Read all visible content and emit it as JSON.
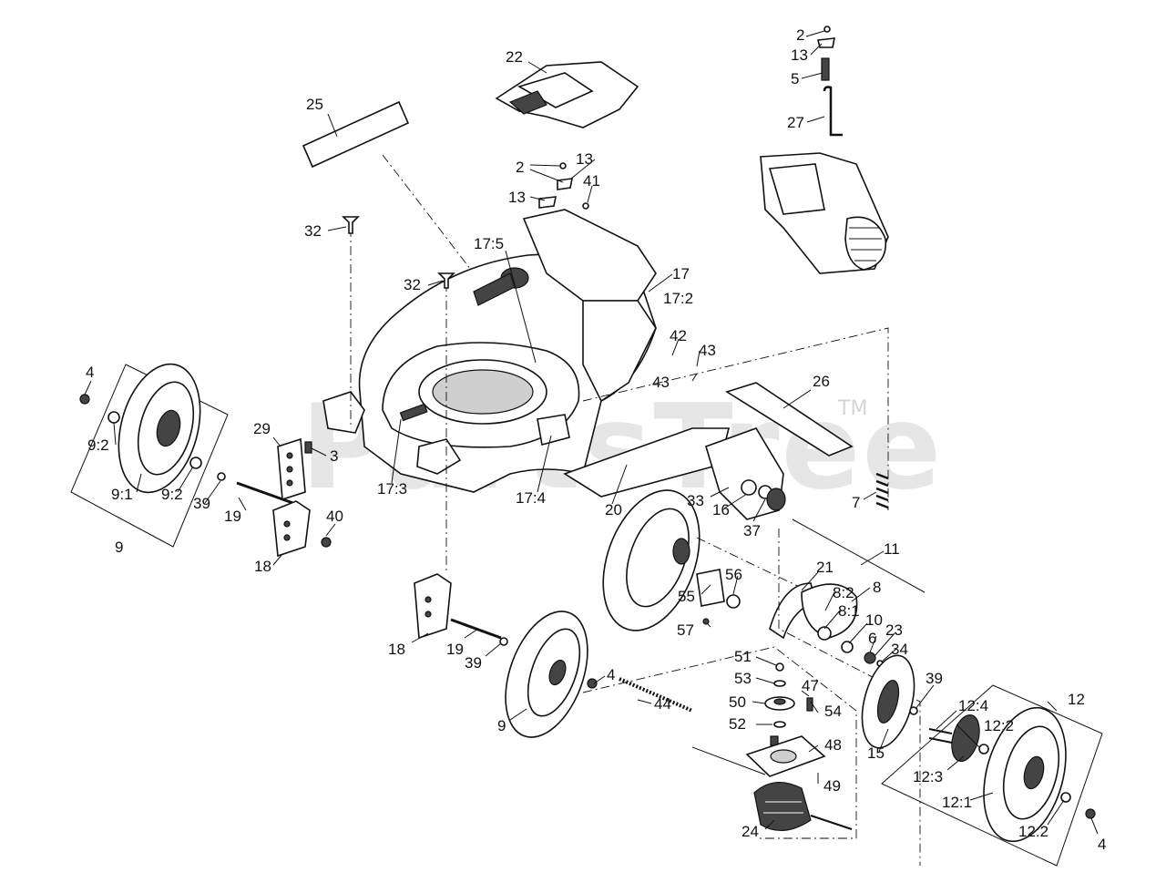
{
  "watermark": {
    "text": "PartsTree",
    "trademark": "TM"
  },
  "labels": [
    {
      "id": "l-2a",
      "text": "2"
    },
    {
      "id": "l-13a",
      "text": "13"
    },
    {
      "id": "l-5",
      "text": "5"
    },
    {
      "id": "l-27",
      "text": "27"
    },
    {
      "id": "l-22",
      "text": "22"
    },
    {
      "id": "l-25",
      "text": "25"
    },
    {
      "id": "l-2b",
      "text": "2"
    },
    {
      "id": "l-13b",
      "text": "13"
    },
    {
      "id": "l-13c",
      "text": "13"
    },
    {
      "id": "l-41",
      "text": "41"
    },
    {
      "id": "l-32a",
      "text": "32"
    },
    {
      "id": "l-17-5",
      "text": "17:5"
    },
    {
      "id": "l-32b",
      "text": "32"
    },
    {
      "id": "l-17",
      "text": "17"
    },
    {
      "id": "l-17-2",
      "text": "17:2"
    },
    {
      "id": "l-42",
      "text": "42"
    },
    {
      "id": "l-43a",
      "text": "43"
    },
    {
      "id": "l-43b",
      "text": "43"
    },
    {
      "id": "l-4a",
      "text": "4"
    },
    {
      "id": "l-9-2a",
      "text": "9:2"
    },
    {
      "id": "l-9-1",
      "text": "9:1"
    },
    {
      "id": "l-9-2b",
      "text": "9:2"
    },
    {
      "id": "l-9a",
      "text": "9"
    },
    {
      "id": "l-29",
      "text": "29"
    },
    {
      "id": "l-3",
      "text": "3"
    },
    {
      "id": "l-39a",
      "text": "39"
    },
    {
      "id": "l-19a",
      "text": "19"
    },
    {
      "id": "l-40",
      "text": "40"
    },
    {
      "id": "l-18a",
      "text": "18"
    },
    {
      "id": "l-17-3",
      "text": "17:3"
    },
    {
      "id": "l-17-4",
      "text": "17:4"
    },
    {
      "id": "l-20",
      "text": "20"
    },
    {
      "id": "l-26",
      "text": "26"
    },
    {
      "id": "l-7",
      "text": "7"
    },
    {
      "id": "l-33",
      "text": "33"
    },
    {
      "id": "l-16",
      "text": "16"
    },
    {
      "id": "l-37",
      "text": "37"
    },
    {
      "id": "l-11",
      "text": "11"
    },
    {
      "id": "l-21",
      "text": "21"
    },
    {
      "id": "l-8",
      "text": "8"
    },
    {
      "id": "l-8-2",
      "text": "8:2"
    },
    {
      "id": "l-8-1",
      "text": "8:1"
    },
    {
      "id": "l-10",
      "text": "10"
    },
    {
      "id": "l-6",
      "text": "6"
    },
    {
      "id": "l-23",
      "text": "23"
    },
    {
      "id": "l-34",
      "text": "34"
    },
    {
      "id": "l-55",
      "text": "55"
    },
    {
      "id": "l-56",
      "text": "56"
    },
    {
      "id": "l-57",
      "text": "57"
    },
    {
      "id": "l-18b",
      "text": "18"
    },
    {
      "id": "l-19b",
      "text": "19"
    },
    {
      "id": "l-39b",
      "text": "39"
    },
    {
      "id": "l-4b",
      "text": "4"
    },
    {
      "id": "l-9b",
      "text": "9"
    },
    {
      "id": "l-44",
      "text": "44"
    },
    {
      "id": "l-51",
      "text": "51"
    },
    {
      "id": "l-53",
      "text": "53"
    },
    {
      "id": "l-47",
      "text": "47"
    },
    {
      "id": "l-50",
      "text": "50"
    },
    {
      "id": "l-54",
      "text": "54"
    },
    {
      "id": "l-52",
      "text": "52"
    },
    {
      "id": "l-48",
      "text": "48"
    },
    {
      "id": "l-49",
      "text": "49"
    },
    {
      "id": "l-24",
      "text": "24"
    },
    {
      "id": "l-15",
      "text": "15"
    },
    {
      "id": "l-39c",
      "text": "39"
    },
    {
      "id": "l-12",
      "text": "12"
    },
    {
      "id": "l-12-4",
      "text": "12:4"
    },
    {
      "id": "l-12-2a",
      "text": "12:2"
    },
    {
      "id": "l-12-3",
      "text": "12:3"
    },
    {
      "id": "l-12-1",
      "text": "12:1"
    },
    {
      "id": "l-12-2b",
      "text": "12:2"
    },
    {
      "id": "l-4c",
      "text": "4"
    }
  ]
}
